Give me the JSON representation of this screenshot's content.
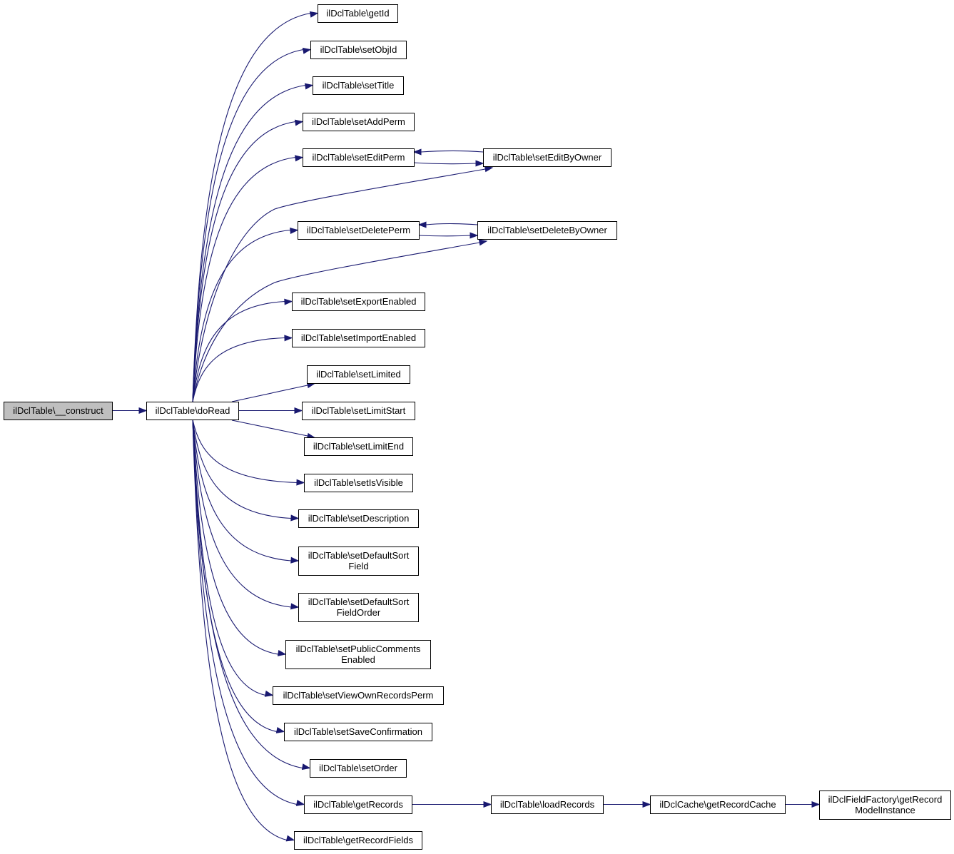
{
  "edge_color": "#191970",
  "node_border_color": "#000000",
  "root_fill_color": "#bfbfbf",
  "nodes": [
    {
      "id": "construct",
      "lines": [
        "ilDclTable\\__construct"
      ]
    },
    {
      "id": "doRead",
      "lines": [
        "ilDclTable\\doRead"
      ]
    },
    {
      "id": "getId",
      "lines": [
        "ilDclTable\\getId"
      ]
    },
    {
      "id": "setObjId",
      "lines": [
        "ilDclTable\\setObjId"
      ]
    },
    {
      "id": "setTitle",
      "lines": [
        "ilDclTable\\setTitle"
      ]
    },
    {
      "id": "setAddPerm",
      "lines": [
        "ilDclTable\\setAddPerm"
      ]
    },
    {
      "id": "setEditPerm",
      "lines": [
        "ilDclTable\\setEditPerm"
      ]
    },
    {
      "id": "setEditByOwner",
      "lines": [
        "ilDclTable\\setEditByOwner"
      ]
    },
    {
      "id": "setDeletePerm",
      "lines": [
        "ilDclTable\\setDeletePerm"
      ]
    },
    {
      "id": "setDeleteByOwner",
      "lines": [
        "ilDclTable\\setDeleteByOwner"
      ]
    },
    {
      "id": "setExportEnabled",
      "lines": [
        "ilDclTable\\setExportEnabled"
      ]
    },
    {
      "id": "setImportEnabled",
      "lines": [
        "ilDclTable\\setImportEnabled"
      ]
    },
    {
      "id": "setLimited",
      "lines": [
        "ilDclTable\\setLimited"
      ]
    },
    {
      "id": "setLimitStart",
      "lines": [
        "ilDclTable\\setLimitStart"
      ]
    },
    {
      "id": "setLimitEnd",
      "lines": [
        "ilDclTable\\setLimitEnd"
      ]
    },
    {
      "id": "setIsVisible",
      "lines": [
        "ilDclTable\\setIsVisible"
      ]
    },
    {
      "id": "setDescription",
      "lines": [
        "ilDclTable\\setDescription"
      ]
    },
    {
      "id": "setDefaultSortField",
      "lines": [
        "ilDclTable\\setDefaultSort",
        "Field"
      ]
    },
    {
      "id": "setDefaultSortFieldOrder",
      "lines": [
        "ilDclTable\\setDefaultSort",
        "FieldOrder"
      ]
    },
    {
      "id": "setPublicCommentsEnabled",
      "lines": [
        "ilDclTable\\setPublicComments",
        "Enabled"
      ]
    },
    {
      "id": "setViewOwnRecordsPerm",
      "lines": [
        "ilDclTable\\setViewOwnRecordsPerm"
      ]
    },
    {
      "id": "setSaveConfirmation",
      "lines": [
        "ilDclTable\\setSaveConfirmation"
      ]
    },
    {
      "id": "setOrder",
      "lines": [
        "ilDclTable\\setOrder"
      ]
    },
    {
      "id": "getRecords",
      "lines": [
        "ilDclTable\\getRecords"
      ]
    },
    {
      "id": "getRecordFields",
      "lines": [
        "ilDclTable\\getRecordFields"
      ]
    },
    {
      "id": "loadRecords",
      "lines": [
        "ilDclTable\\loadRecords"
      ]
    },
    {
      "id": "getRecordCache",
      "lines": [
        "ilDclCache\\getRecordCache"
      ]
    },
    {
      "id": "getRecordModelInstance",
      "lines": [
        "ilDclFieldFactory\\getRecord",
        "ModelInstance"
      ]
    }
  ],
  "edges": [
    {
      "from": "construct",
      "to": "doRead"
    },
    {
      "from": "doRead",
      "to": "getId"
    },
    {
      "from": "doRead",
      "to": "setObjId"
    },
    {
      "from": "doRead",
      "to": "setTitle"
    },
    {
      "from": "doRead",
      "to": "setAddPerm"
    },
    {
      "from": "doRead",
      "to": "setEditPerm"
    },
    {
      "from": "doRead",
      "to": "setEditByOwner"
    },
    {
      "from": "doRead",
      "to": "setDeletePerm"
    },
    {
      "from": "doRead",
      "to": "setDeleteByOwner"
    },
    {
      "from": "doRead",
      "to": "setExportEnabled"
    },
    {
      "from": "doRead",
      "to": "setImportEnabled"
    },
    {
      "from": "doRead",
      "to": "setLimited"
    },
    {
      "from": "doRead",
      "to": "setLimitStart"
    },
    {
      "from": "doRead",
      "to": "setLimitEnd"
    },
    {
      "from": "doRead",
      "to": "setIsVisible"
    },
    {
      "from": "doRead",
      "to": "setDescription"
    },
    {
      "from": "doRead",
      "to": "setDefaultSortField"
    },
    {
      "from": "doRead",
      "to": "setDefaultSortFieldOrder"
    },
    {
      "from": "doRead",
      "to": "setPublicCommentsEnabled"
    },
    {
      "from": "doRead",
      "to": "setViewOwnRecordsPerm"
    },
    {
      "from": "doRead",
      "to": "setSaveConfirmation"
    },
    {
      "from": "doRead",
      "to": "setOrder"
    },
    {
      "from": "doRead",
      "to": "getRecords"
    },
    {
      "from": "doRead",
      "to": "getRecordFields"
    },
    {
      "from": "setEditPerm",
      "to": "setEditByOwner"
    },
    {
      "from": "setEditByOwner",
      "to": "setEditPerm"
    },
    {
      "from": "setDeletePerm",
      "to": "setDeleteByOwner"
    },
    {
      "from": "setDeleteByOwner",
      "to": "setDeletePerm"
    },
    {
      "from": "getRecords",
      "to": "loadRecords"
    },
    {
      "from": "loadRecords",
      "to": "getRecordCache"
    },
    {
      "from": "getRecordCache",
      "to": "getRecordModelInstance"
    }
  ]
}
